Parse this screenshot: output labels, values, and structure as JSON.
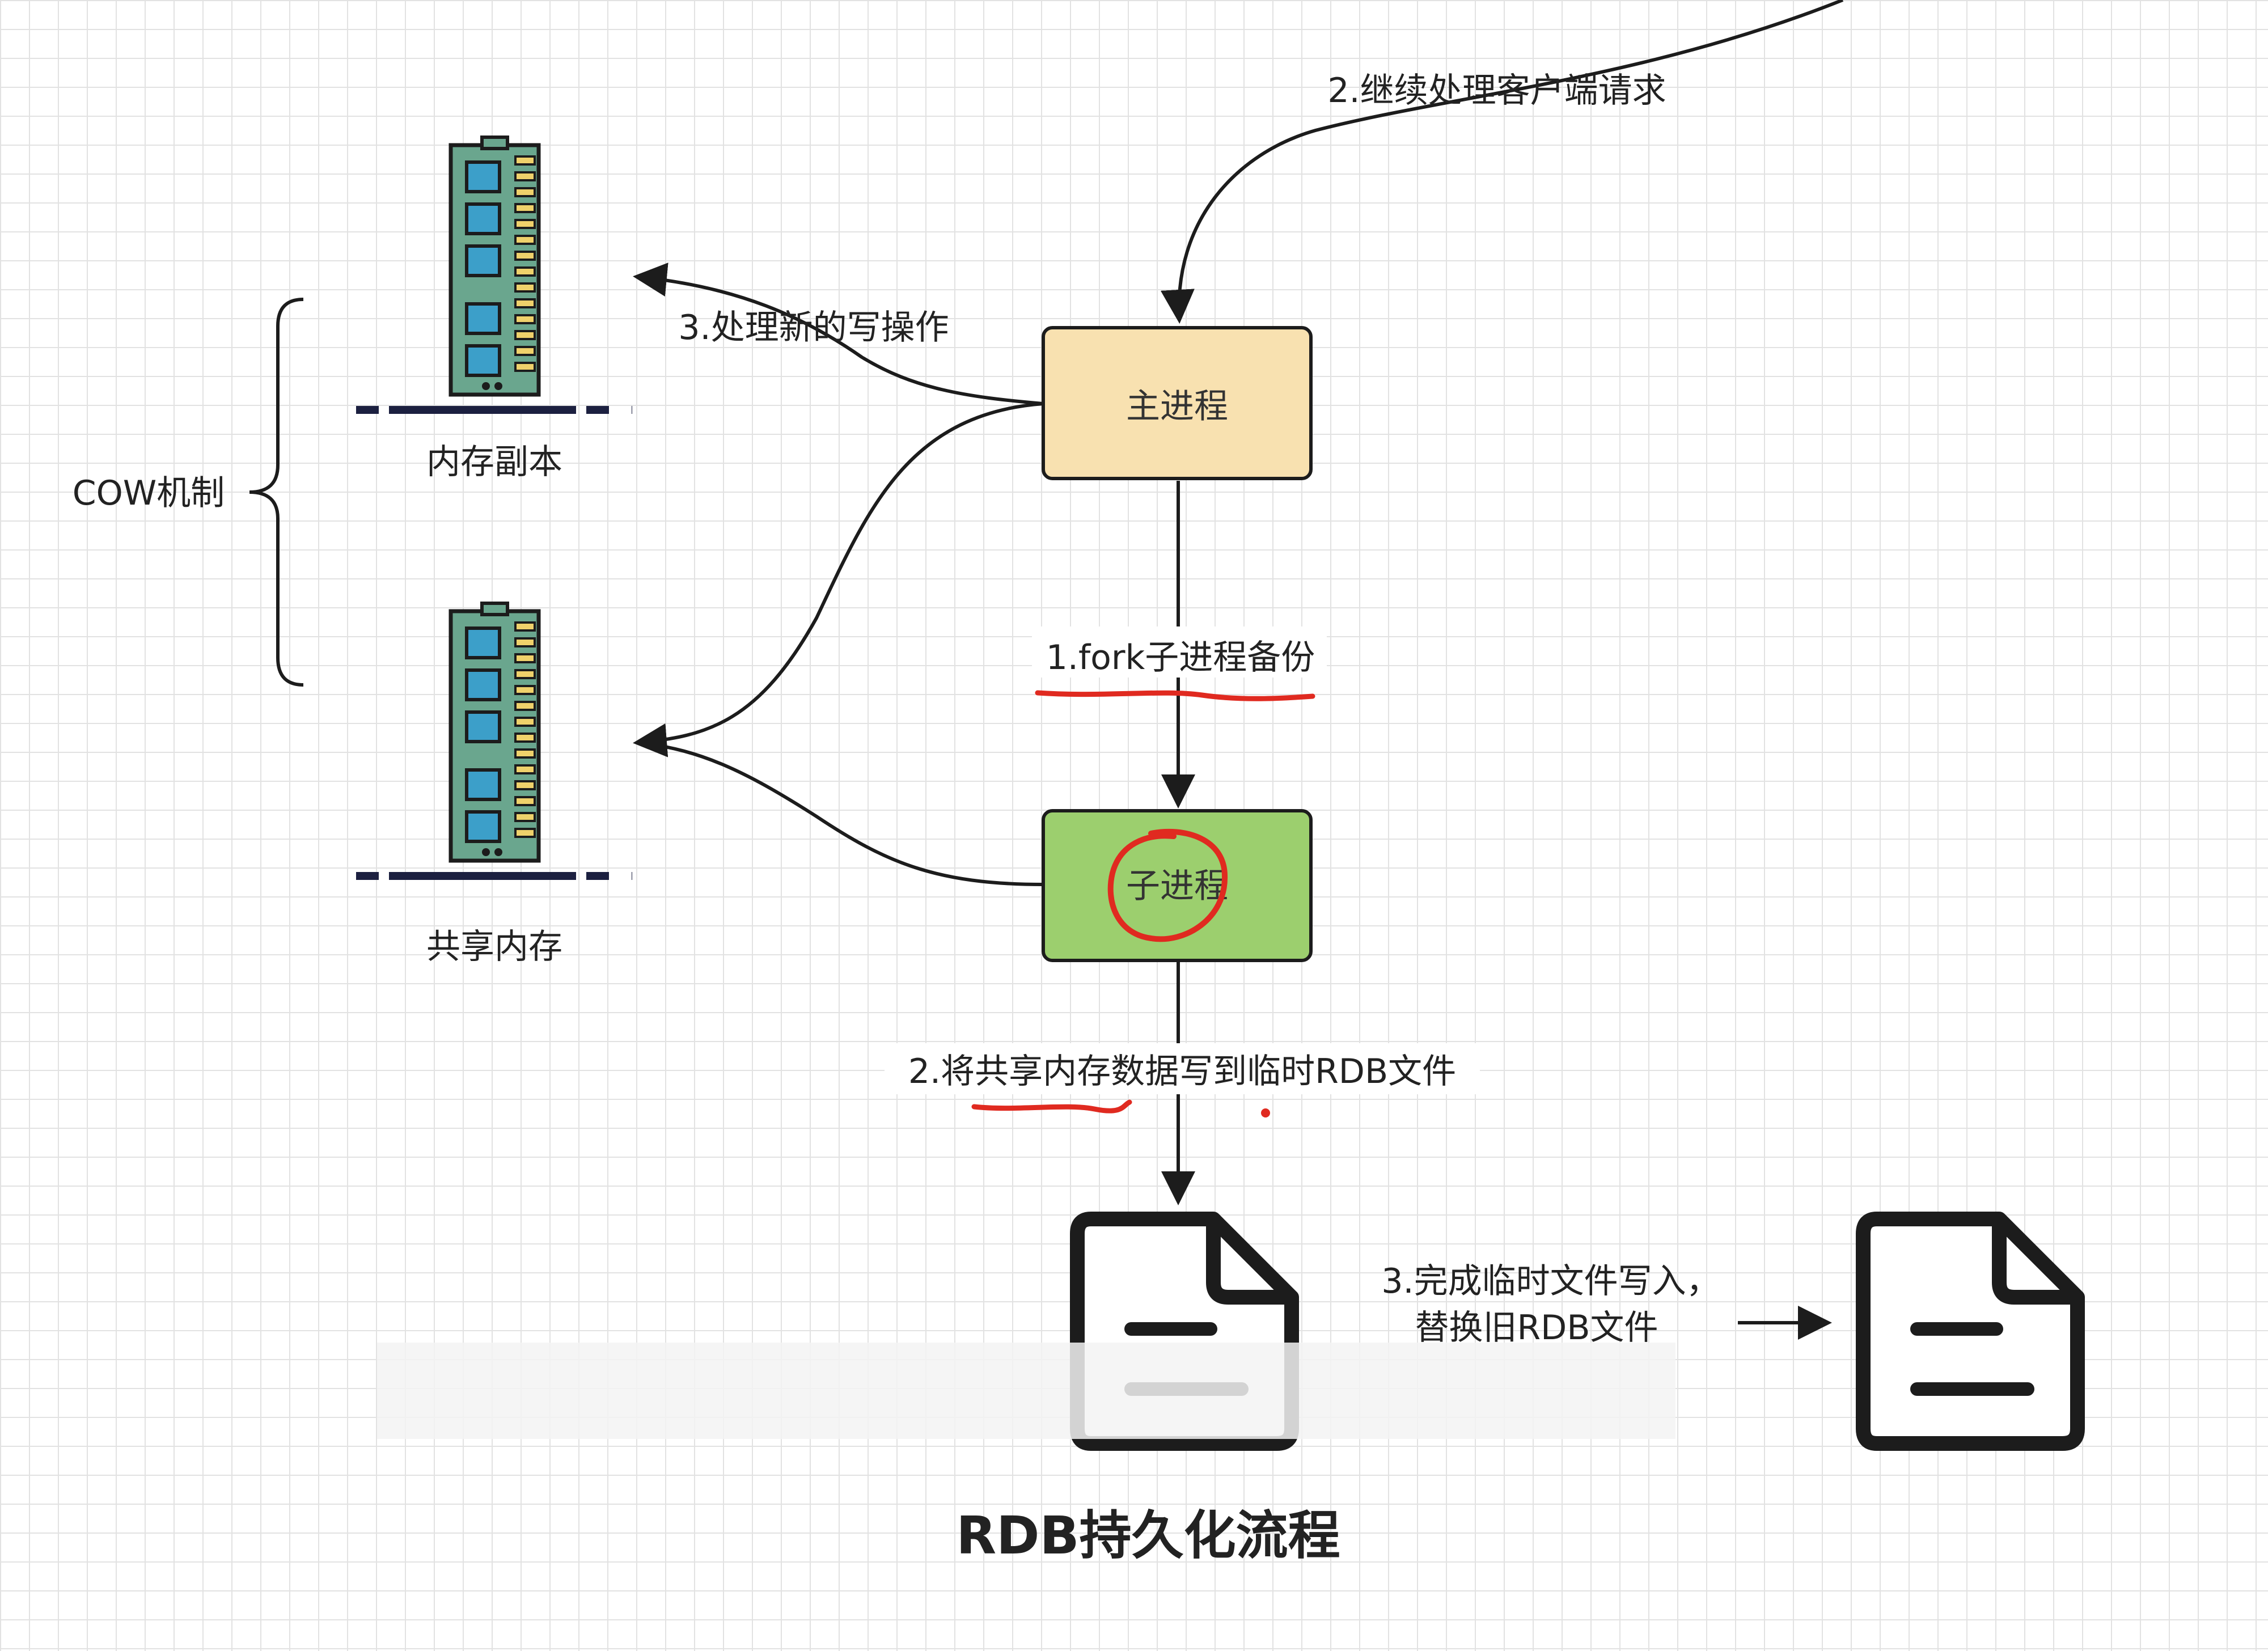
{
  "nodes": {
    "main_process": "主进程",
    "child_process": "子进程",
    "memory_copy": "内存副本",
    "shared_memory": "共享内存",
    "cow": "COW机制"
  },
  "edges": {
    "continue_client": "2.继续处理客户端请求",
    "handle_write": "3.处理新的写操作",
    "fork_child": "1.fork子进程备份",
    "write_rdb": "2.将共享内存数据写到临时RDB文件",
    "finish_write_line1": "3.完成临时文件写入，",
    "finish_write_line2": "替换旧RDB文件"
  },
  "title": "RDB持久化流程",
  "colors": {
    "main_fill": "#f8e1b0",
    "child_fill": "#9ccf6e",
    "ram_board": "#6aa68e",
    "ram_chip": "#3c9fc9",
    "ram_pin": "#efd16b",
    "annotation": "#e02a20",
    "stroke": "#1c1c1c"
  },
  "icons": [
    "ram-stick-icon",
    "ram-stick-icon",
    "document-icon",
    "document-icon"
  ]
}
